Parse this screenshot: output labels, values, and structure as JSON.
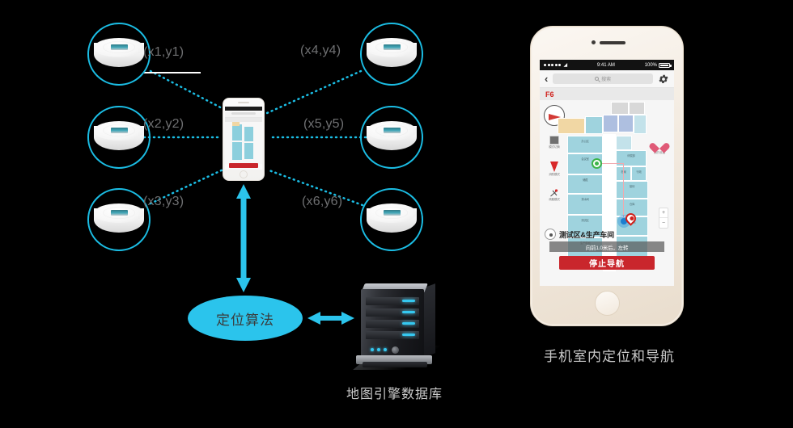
{
  "beacons": [
    {
      "label": "(x1,y1)",
      "logo": "beacon-logo"
    },
    {
      "label": "(x2,y2)",
      "logo": "beacon-logo"
    },
    {
      "label": "(x3,y3)",
      "logo": "beacon-logo"
    },
    {
      "label": "(x4,y4)",
      "logo": "beacon-logo"
    },
    {
      "label": "(x5,y5)",
      "logo": "beacon-logo"
    },
    {
      "label": "(x6,y6)",
      "logo": "beacon-logo"
    }
  ],
  "algorithm": {
    "label": "定位算法"
  },
  "server": {
    "caption": "地图引擎数据库"
  },
  "phone": {
    "caption": "手机室内定位和导航",
    "status": {
      "time": "9:41 AM",
      "battery": "100%",
      "carrier_dots": 5
    },
    "nav": {
      "back": "‹",
      "search_placeholder": "搜索",
      "settings_icon": "gear-icon"
    },
    "floor": "F6",
    "tools": [
      {
        "icon": "screen-icon",
        "label": "模式切换"
      },
      {
        "icon": "blood-drop-icon",
        "label": "消防模式"
      },
      {
        "icon": "evacuate-icon",
        "label": "疏散模式"
      }
    ],
    "favorite": {
      "icon": "heart-icon",
      "label": "我的收藏"
    },
    "zoom": {
      "in": "+",
      "out": "−"
    },
    "destination": "测试区&生产车间",
    "instruction": "向前1.0米后，左转",
    "stop_button": "停止导航",
    "rooms": [
      {
        "name": "办公区"
      },
      {
        "name": "会议室"
      },
      {
        "name": "研发部"
      },
      {
        "name": "储藏"
      },
      {
        "name": "茶水间"
      },
      {
        "name": "档案"
      },
      {
        "name": "测试区"
      },
      {
        "name": "生产车间"
      },
      {
        "name": "仓库"
      },
      {
        "name": "行政"
      },
      {
        "name": "接待"
      },
      {
        "name": "休息区"
      }
    ]
  },
  "colors": {
    "accent_cyan": "#2BC4EC",
    "beacon_ring": "#1BBDE4",
    "red": "#c9262c",
    "room_teal": "#9fd3de",
    "background": "#000000"
  }
}
